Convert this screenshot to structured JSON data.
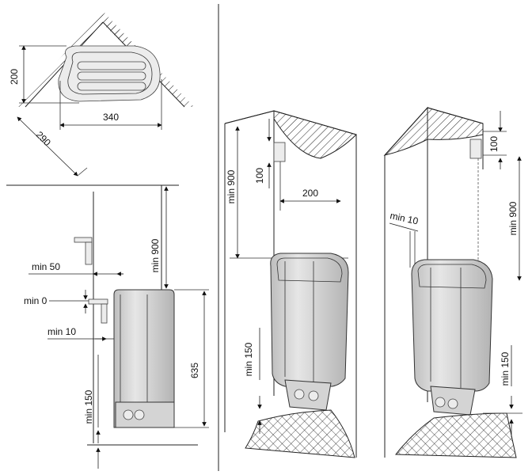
{
  "diagram": {
    "top_view": {
      "dim_depth": "200",
      "dim_width": "340",
      "dim_diagonal": "290"
    },
    "side_view": {
      "label_min_50": "min 50",
      "label_min_0": "min 0",
      "label_min_10": "min 10",
      "label_min_900": "min 900",
      "label_635": "635",
      "label_min_150": "min 150"
    },
    "corner_view_left": {
      "label_min_900": "min 900",
      "label_100": "100",
      "label_200": "200",
      "label_min_150": "min 150"
    },
    "corner_view_right": {
      "label_min_10": "min 10",
      "label_100": "100",
      "label_min_900": "min 900",
      "label_min_150": "min 150"
    }
  },
  "colors": {
    "line": "#222222",
    "heater_body": "#d4d4d4",
    "background": "#ffffff"
  }
}
